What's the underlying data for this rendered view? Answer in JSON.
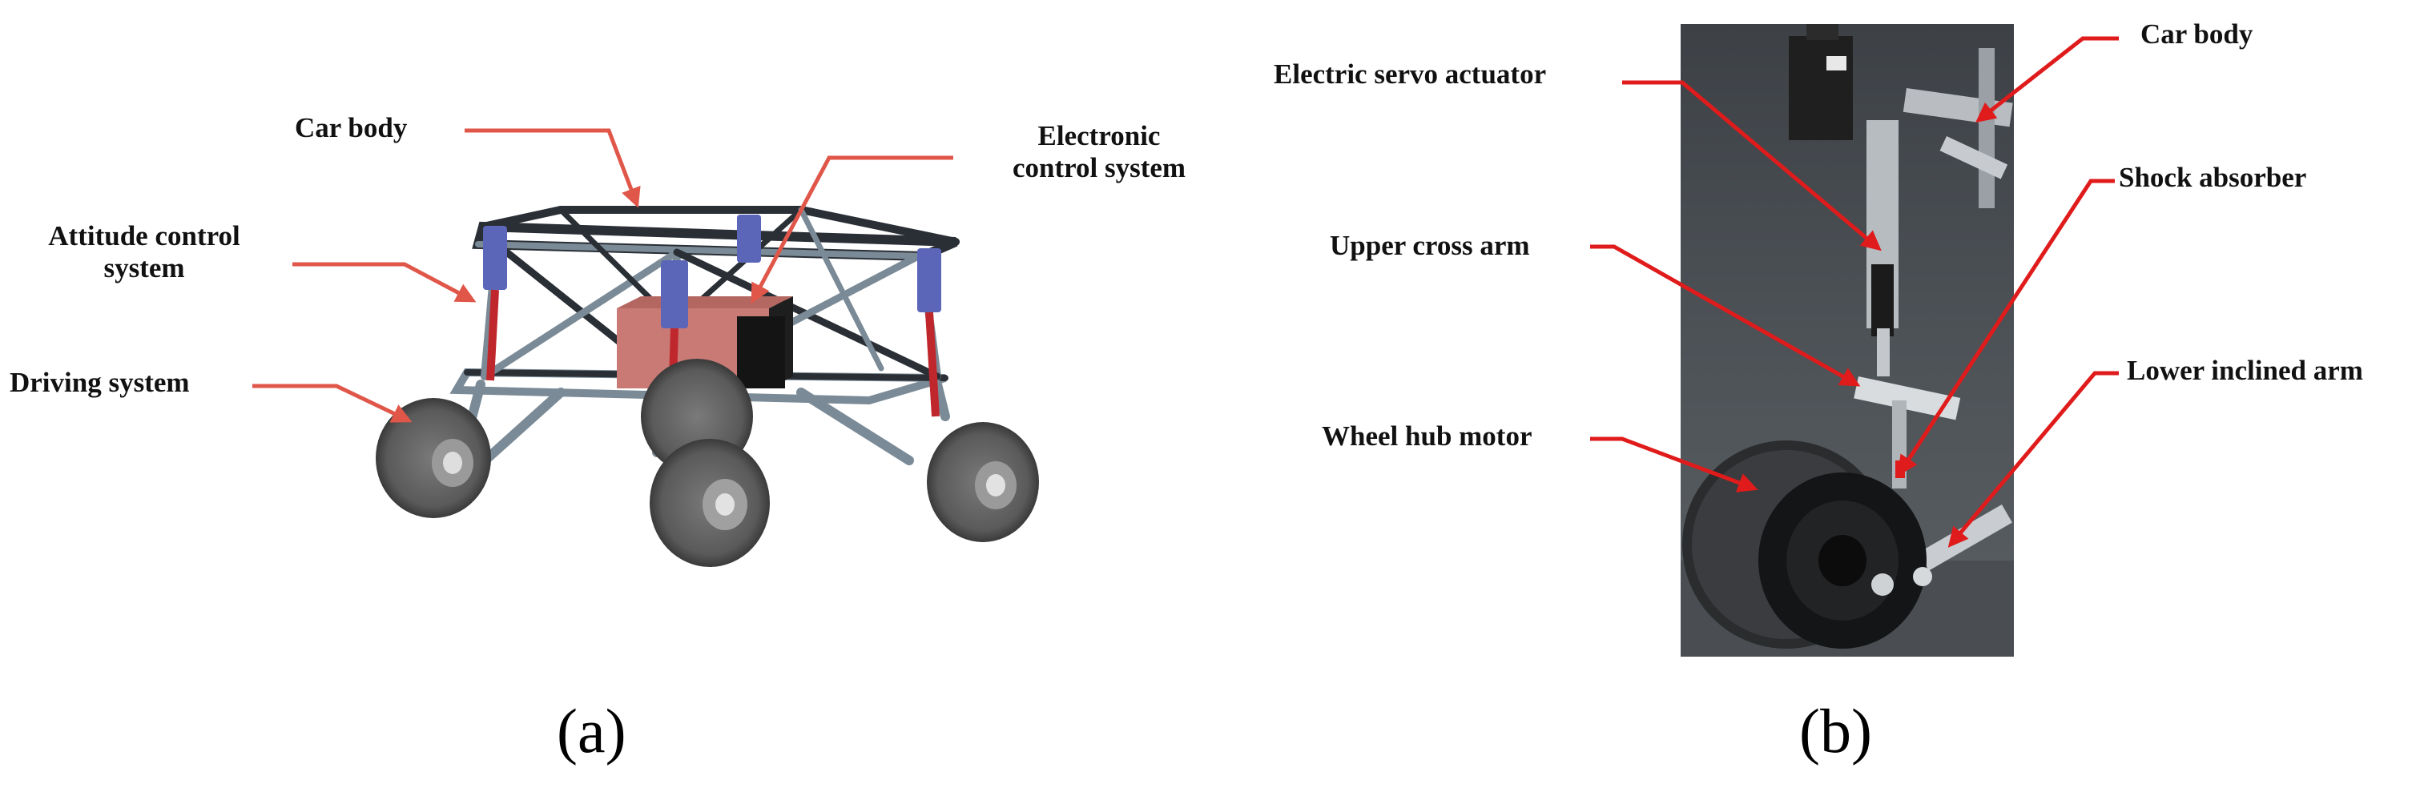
{
  "panel_a": {
    "tag": "(a)",
    "labels": {
      "car_body": "Car body",
      "electronic_control_line1": "Electronic",
      "electronic_control_line2": "control system",
      "attitude_control_line1": "Attitude control",
      "attitude_control_line2": "system",
      "driving_system": "Driving system"
    }
  },
  "panel_b": {
    "tag": "(b)",
    "labels": {
      "electric_servo_actuator": "Electric servo actuator",
      "car_body": "Car body",
      "shock_absorber": "Shock absorber",
      "upper_cross_arm": "Upper cross arm",
      "lower_inclined_arm": "Lower inclined arm",
      "wheel_hub_motor": "Wheel hub motor"
    }
  },
  "colors": {
    "callout_red_a": "#e0574a",
    "callout_red_b": "#e01b1b",
    "frame": "#7a8a96",
    "frame_dark": "#2a2f36",
    "servo": "#5b66b8",
    "tire": "#5a5a5a",
    "box": "#c97a75"
  }
}
